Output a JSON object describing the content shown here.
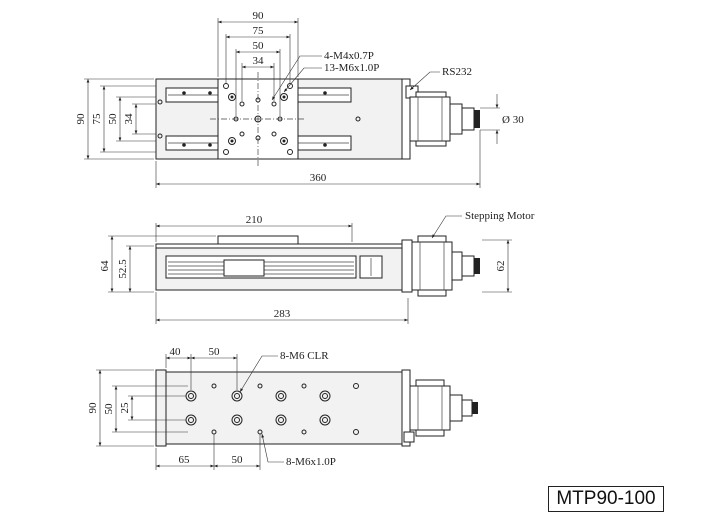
{
  "model_label": "MTP90-100",
  "top_view": {
    "dim_90": "90",
    "dim_75": "75",
    "dim_50": "50",
    "dim_34": "34",
    "dim_360": "360",
    "left_90": "90",
    "left_75": "75",
    "left_50": "50",
    "left_34": "34",
    "callout_m4": "4-M4x0.7P",
    "callout_m6": "13-M6x1.0P",
    "callout_rs232": "RS232",
    "knob_dia": "Ø 30"
  },
  "side_view": {
    "dim_210": "210",
    "dim_283": "283",
    "dim_64": "64",
    "dim_52_5": "52.5",
    "dim_62": "62",
    "callout_motor": "Stepping Motor"
  },
  "bottom_view": {
    "dim_40": "40",
    "dim_50_top": "50",
    "dim_65": "65",
    "dim_50_bottom": "50",
    "left_90": "90",
    "left_50": "50",
    "left_25": "25",
    "callout_clr": "8-M6 CLR",
    "callout_m6": "8-M6x1.0P"
  }
}
